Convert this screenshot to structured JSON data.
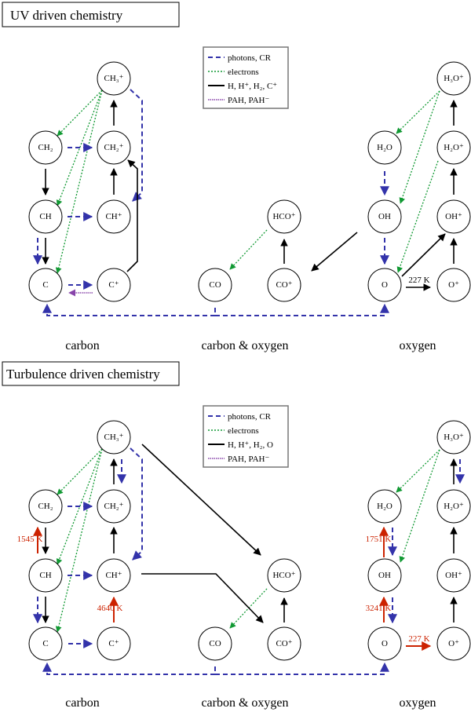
{
  "colors": {
    "photons": "#3333aa",
    "electrons": "#119933",
    "neutral": "#000000",
    "pah": "#8844aa",
    "thermal": "#cc2200"
  },
  "panels": [
    {
      "title": "UV driven chemistry",
      "legend": [
        "photons, CR",
        "electrons",
        "H, H⁺, H₂, C⁺",
        "PAH, PAH⁻"
      ],
      "sections": [
        "carbon",
        "carbon & oxygen",
        "oxygen"
      ],
      "temperatures": [
        "227 K"
      ]
    },
    {
      "title": "Turbulence driven chemistry",
      "legend": [
        "photons, CR",
        "electrons",
        "H, H⁺, H₂, O",
        "PAH, PAH⁻"
      ],
      "sections": [
        "carbon",
        "carbon & oxygen",
        "oxygen"
      ],
      "temperatures": [
        "1545 K",
        "4640 K",
        "1751 K",
        "3241 K",
        "227 K"
      ]
    }
  ],
  "species": {
    "CH3p": "CH₃⁺",
    "CH2": "CH₂",
    "CH2p": "CH₂⁺",
    "CH": "CH",
    "CHp": "CH⁺",
    "C": "C",
    "Cp": "C⁺",
    "HCOp": "HCO⁺",
    "CO": "CO",
    "COp": "CO⁺",
    "H3Op": "H₃O⁺",
    "H2O": "H₂O",
    "H2Op": "H₂O⁺",
    "OH": "OH",
    "OHp": "OH⁺",
    "O": "O",
    "Op": "O⁺"
  }
}
